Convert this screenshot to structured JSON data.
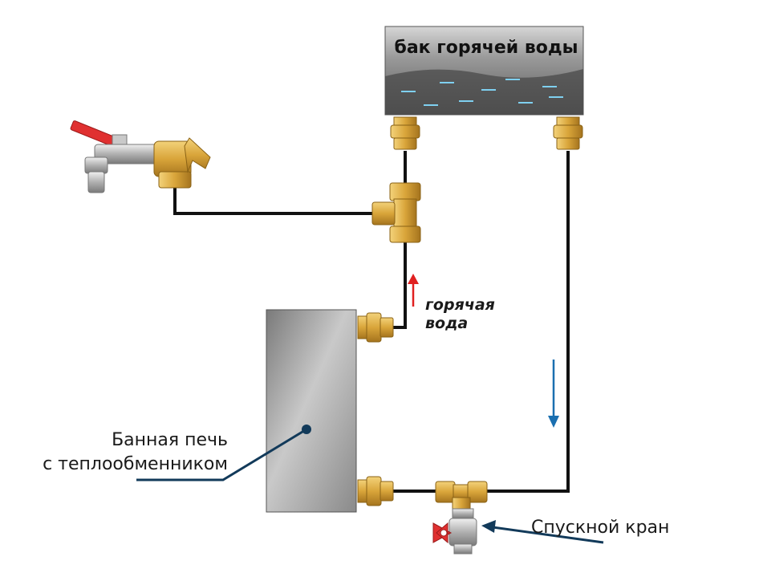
{
  "tank": {
    "label": "бак горячей воды"
  },
  "flow_note": {
    "line1": "горячая",
    "line2": "вода"
  },
  "stove": {
    "line1": "Банная печь",
    "line2": "с теплообменником"
  },
  "drain_valve": {
    "label": "Спускной кран"
  },
  "colors": {
    "pipe": "#111111",
    "brass": "#d9a53a",
    "hot_arrow": "#e02020",
    "cold_arrow": "#1a6fb0",
    "leader": "#123a5a",
    "valve_handle": "#e03030"
  },
  "icons": [
    "water-tap-icon",
    "tee-fitting-icon",
    "union-fitting-icon",
    "ball-valve-icon",
    "arrow-up-icon",
    "arrow-down-icon"
  ]
}
